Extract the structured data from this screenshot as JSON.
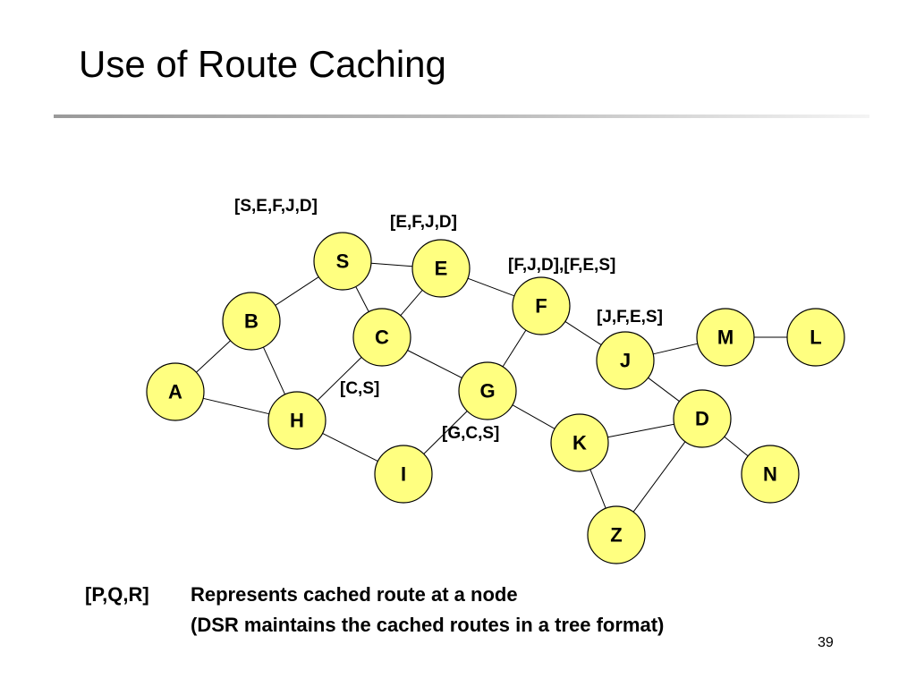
{
  "slide": {
    "title": "Use of Route Caching",
    "page_number": "39"
  },
  "graph": {
    "nodes": [
      {
        "id": "S",
        "label": "S"
      },
      {
        "id": "E",
        "label": "E"
      },
      {
        "id": "F",
        "label": "F"
      },
      {
        "id": "B",
        "label": "B"
      },
      {
        "id": "C",
        "label": "C"
      },
      {
        "id": "M",
        "label": "M"
      },
      {
        "id": "L",
        "label": "L"
      },
      {
        "id": "J",
        "label": "J"
      },
      {
        "id": "A",
        "label": "A"
      },
      {
        "id": "G",
        "label": "G"
      },
      {
        "id": "H",
        "label": "H"
      },
      {
        "id": "D",
        "label": "D"
      },
      {
        "id": "K",
        "label": "K"
      },
      {
        "id": "I",
        "label": "I"
      },
      {
        "id": "N",
        "label": "N"
      },
      {
        "id": "Z",
        "label": "Z"
      }
    ],
    "edges": [
      [
        "S",
        "E"
      ],
      [
        "S",
        "B"
      ],
      [
        "S",
        "C"
      ],
      [
        "E",
        "C"
      ],
      [
        "E",
        "F"
      ],
      [
        "F",
        "J"
      ],
      [
        "F",
        "G"
      ],
      [
        "B",
        "A"
      ],
      [
        "B",
        "H"
      ],
      [
        "A",
        "H"
      ],
      [
        "C",
        "H"
      ],
      [
        "C",
        "G"
      ],
      [
        "H",
        "I"
      ],
      [
        "G",
        "I"
      ],
      [
        "G",
        "K"
      ],
      [
        "J",
        "M"
      ],
      [
        "M",
        "L"
      ],
      [
        "J",
        "D"
      ],
      [
        "K",
        "D"
      ],
      [
        "K",
        "Z"
      ],
      [
        "D",
        "Z"
      ],
      [
        "D",
        "N"
      ]
    ],
    "node_color": "#ffff80"
  },
  "cached_routes": {
    "S": "[S,E,F,J,D]",
    "E": "[E,F,J,D]",
    "F": "[F,J,D],[F,E,S]",
    "J": "[J,F,E,S]",
    "C": "[C,S]",
    "G": "[G,C,S]"
  },
  "legend": {
    "key": "[P,Q,R]",
    "line1": "Represents cached route at a node",
    "line2": "(DSR maintains the cached routes in a tree format)"
  }
}
